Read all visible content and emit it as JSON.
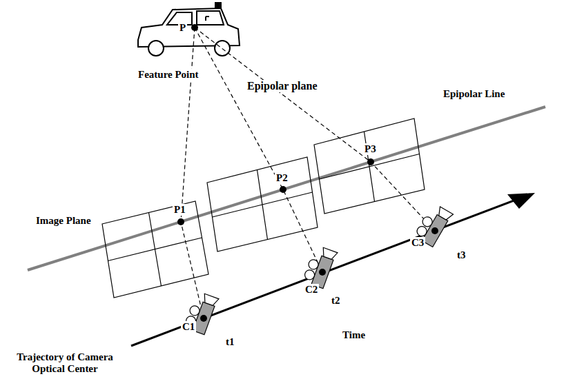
{
  "diagram": {
    "labels": [
      "P",
      "Feature Point",
      "Epipolar plane",
      "Epipolar Line",
      "Image Plane",
      "P1",
      "P2",
      "P3",
      "C1",
      "C2",
      "C3",
      "t1",
      "t2",
      "t3",
      "Time",
      "Trajectory of Camera Optical Center"
    ]
  }
}
